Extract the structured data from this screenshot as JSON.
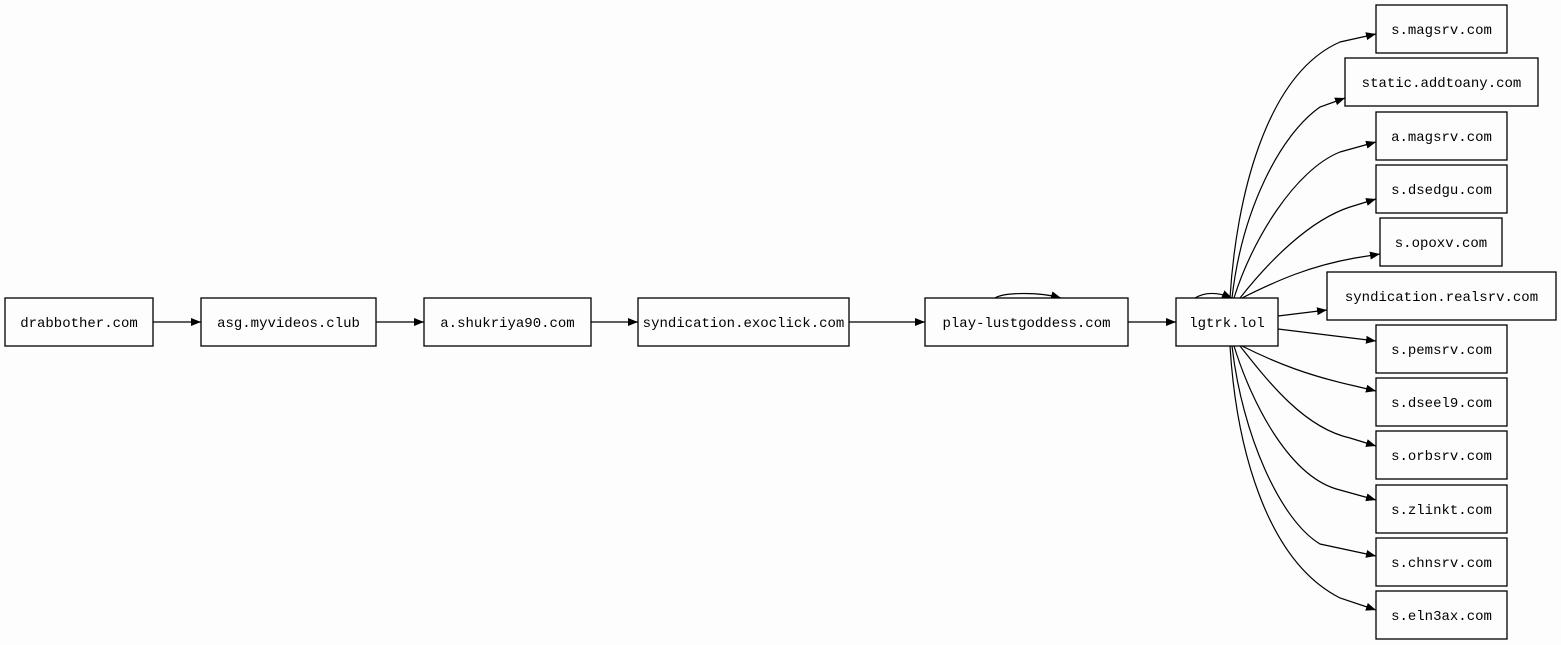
{
  "diagram": {
    "type": "directed-graph",
    "direction": "left-to-right",
    "colors": {
      "background": "#fcfdfc",
      "stroke": "#000000",
      "text": "#000000"
    },
    "nodes": [
      {
        "id": "drabbother",
        "label": "drabbother.com"
      },
      {
        "id": "asg",
        "label": "asg.myvideos.club"
      },
      {
        "id": "shukriya",
        "label": "a.shukriya90.com"
      },
      {
        "id": "exoclick",
        "label": "syndication.exoclick.com"
      },
      {
        "id": "lustgoddess",
        "label": "play-lustgoddess.com"
      },
      {
        "id": "lgtrk",
        "label": "lgtrk.lol"
      },
      {
        "id": "s_magsrv",
        "label": "s.magsrv.com"
      },
      {
        "id": "addtoany",
        "label": "static.addtoany.com"
      },
      {
        "id": "a_magsrv",
        "label": "a.magsrv.com"
      },
      {
        "id": "dsedgu",
        "label": "s.dsedgu.com"
      },
      {
        "id": "opoxv",
        "label": "s.opoxv.com"
      },
      {
        "id": "realsrv",
        "label": "syndication.realsrv.com"
      },
      {
        "id": "pemsrv",
        "label": "s.pemsrv.com"
      },
      {
        "id": "dseel9",
        "label": "s.dseel9.com"
      },
      {
        "id": "orbsrv",
        "label": "s.orbsrv.com"
      },
      {
        "id": "zlinkt",
        "label": "s.zlinkt.com"
      },
      {
        "id": "chnsrv",
        "label": "s.chnsrv.com"
      },
      {
        "id": "eln3ax",
        "label": "s.eln3ax.com"
      }
    ],
    "edges": [
      {
        "from": "drabbother",
        "to": "asg"
      },
      {
        "from": "asg",
        "to": "shukriya"
      },
      {
        "from": "shukriya",
        "to": "exoclick"
      },
      {
        "from": "exoclick",
        "to": "lustgoddess"
      },
      {
        "from": "lustgoddess",
        "to": "lustgoddess"
      },
      {
        "from": "lustgoddess",
        "to": "lgtrk"
      },
      {
        "from": "lgtrk",
        "to": "lgtrk"
      },
      {
        "from": "lgtrk",
        "to": "s_magsrv"
      },
      {
        "from": "lgtrk",
        "to": "addtoany"
      },
      {
        "from": "lgtrk",
        "to": "a_magsrv"
      },
      {
        "from": "lgtrk",
        "to": "dsedgu"
      },
      {
        "from": "lgtrk",
        "to": "opoxv"
      },
      {
        "from": "lgtrk",
        "to": "realsrv"
      },
      {
        "from": "lgtrk",
        "to": "pemsrv"
      },
      {
        "from": "lgtrk",
        "to": "dseel9"
      },
      {
        "from": "lgtrk",
        "to": "orbsrv"
      },
      {
        "from": "lgtrk",
        "to": "zlinkt"
      },
      {
        "from": "lgtrk",
        "to": "chnsrv"
      },
      {
        "from": "lgtrk",
        "to": "eln3ax"
      }
    ]
  }
}
